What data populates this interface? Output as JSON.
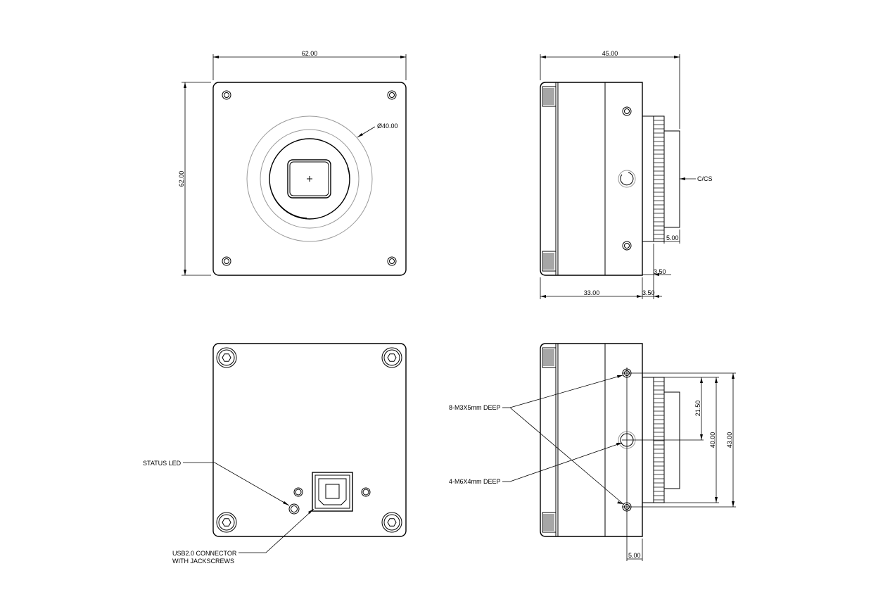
{
  "front_view": {
    "width_dim": "62.00",
    "height_dim": "62.00",
    "diameter_dim": "Ø40.00"
  },
  "side_view": {
    "depth_dim": "45.00",
    "mount_label": "C/CS",
    "body_dim": "33.00",
    "flange_dim_a": "3.50",
    "flange_dim_b": "3.50",
    "thread_dim": "5.00"
  },
  "rear_view": {
    "status_led_label": "STATUS LED",
    "usb_label_line1": "USB2.0 CONNECTOR",
    "usb_label_line2": "WITH JACKSCREWS"
  },
  "bottom_side_view": {
    "m3_label": "8-M3X5mm DEEP",
    "m6_label": "4-M6X4mm DEEP",
    "dim_21_50": "21.50",
    "dim_40_00": "40.00",
    "dim_43_00": "43.00",
    "dim_5_00": "5.00"
  }
}
